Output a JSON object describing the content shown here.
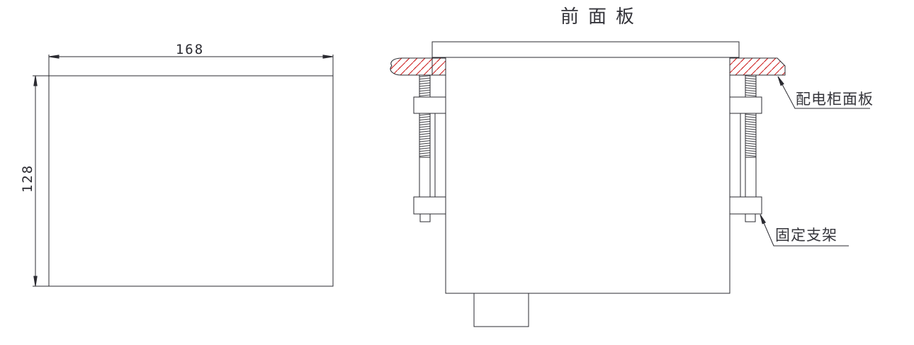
{
  "drawing": {
    "front_view": {
      "width_mm": "168",
      "height_mm": "128"
    },
    "side_view": {
      "title": "前面板",
      "callout_cabinet_panel": "配电柜面板",
      "callout_bracket": "固定支架"
    }
  },
  "colors": {
    "line": "#2b2b31",
    "hatch_red": "#cc1a1a",
    "text": "#35353b",
    "background": "#ffffff"
  }
}
